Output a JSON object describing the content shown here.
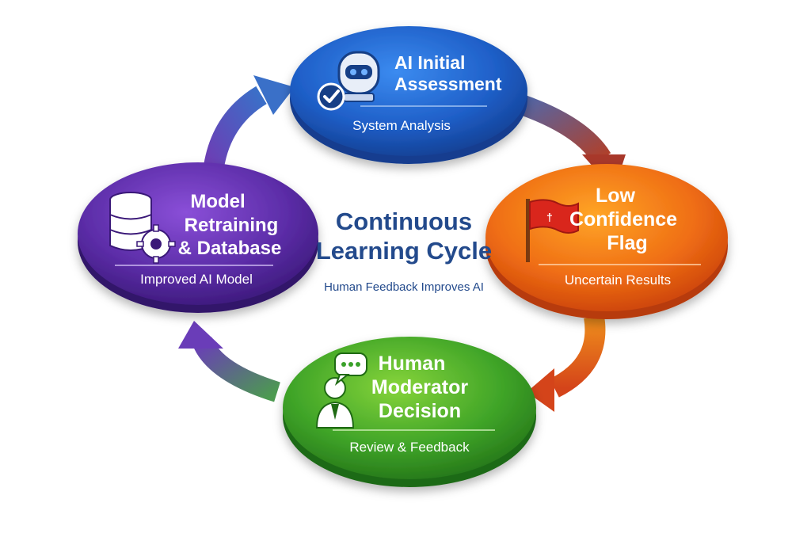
{
  "center": {
    "title_line1": "Continuous",
    "title_line2": "Learning Cycle",
    "subtitle": "Human Feedback Improves AI"
  },
  "nodes": {
    "ai_assessment": {
      "title_line1": "AI Initial",
      "title_line2": "Assessment",
      "subtitle": "System Analysis",
      "icon": "robot-check-icon",
      "color": "#1f5fc8"
    },
    "low_confidence": {
      "title_line1": "Low",
      "title_line2": "Confidence",
      "title_line3": "Flag",
      "subtitle": "Uncertain Results",
      "icon": "red-flag-icon",
      "color": "#e8651a"
    },
    "human_moderator": {
      "title_line1": "Human",
      "title_line2": "Moderator",
      "title_line3": "Decision",
      "subtitle": "Review & Feedback",
      "icon": "person-chat-icon",
      "color": "#3aa12a"
    },
    "model_retraining": {
      "title_line1": "Model",
      "title_line2": "Retraining",
      "title_line3": "& Database",
      "subtitle": "Improved AI Model",
      "icon": "database-gear-icon",
      "color": "#5a2da3"
    }
  }
}
